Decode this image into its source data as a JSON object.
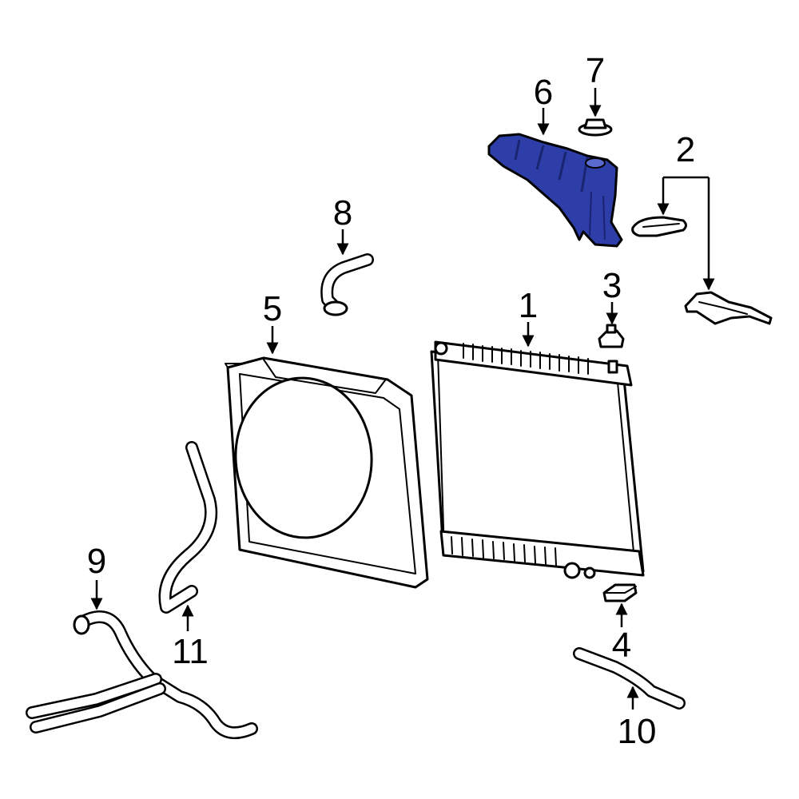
{
  "colors": {
    "highlight": "#2d3ea8",
    "highlight_dark": "#1a2470",
    "line": "#000000",
    "background": "#ffffff"
  },
  "callouts": {
    "c1": "1",
    "c2": "2",
    "c3": "3",
    "c4": "4",
    "c5": "5",
    "c6": "6",
    "c7": "7",
    "c8": "8",
    "c9": "9",
    "c10": "10",
    "c11": "11"
  }
}
